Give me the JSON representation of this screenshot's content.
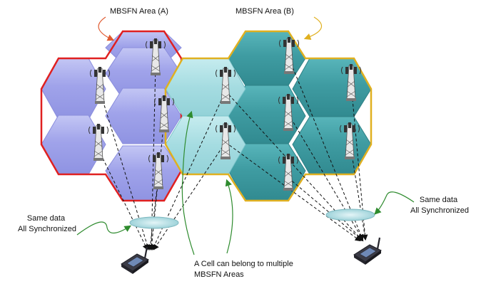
{
  "labels": {
    "area_a": "MBSFN Area (A)",
    "area_b": "MBSFN Area (B)",
    "left_note": [
      "Same data",
      "All Synchronized"
    ],
    "right_note": [
      "Same data",
      "All Synchronized"
    ],
    "center_note": [
      "A Cell can belong to multiple",
      "MBSFN Areas"
    ]
  },
  "colors": {
    "area_a_fill": "#9b9ee8",
    "area_a_border": "#e02020",
    "area_b_fill": "#3d9aa0",
    "area_b_border": "#e0b020",
    "shared_fill": "#a6dde2",
    "annotation_arrow": "#2e8b2e",
    "area_a_arrow": "#e05a30",
    "area_b_arrow": "#e0b020"
  },
  "icons": [
    "cell-tower-icon",
    "mobile-handset-icon",
    "sync-ellipse"
  ]
}
